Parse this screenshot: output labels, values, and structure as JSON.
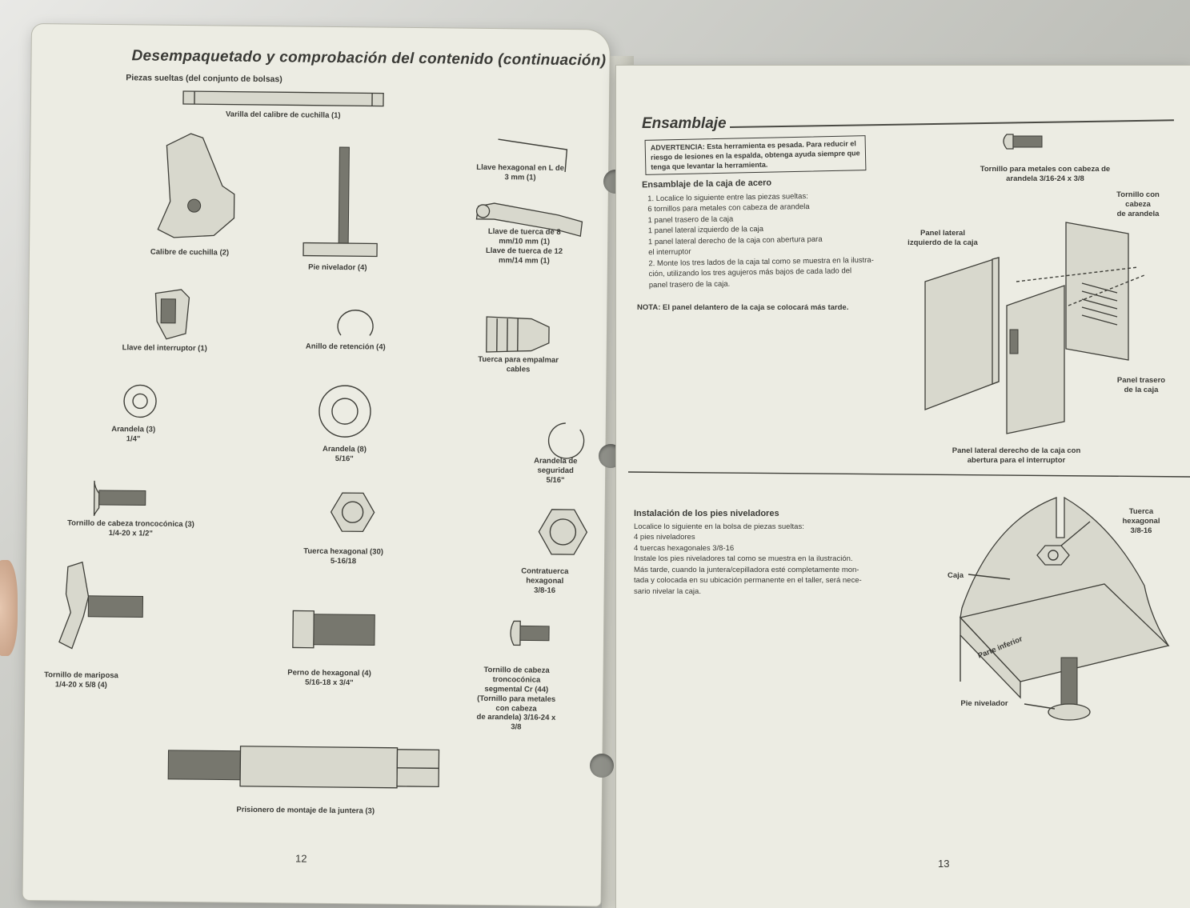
{
  "left_page": {
    "title": "Desempaquetado y comprobación del contenido (continuación)",
    "subtitle": "Piezas sueltas (del conjunto de bolsas)",
    "page_number": "12",
    "parts": [
      {
        "id": "varilla",
        "label": "Varilla del calibre de cuchilla (1)"
      },
      {
        "id": "calibre",
        "label": "Calibre de cuchilla (2)"
      },
      {
        "id": "pie",
        "label": "Pie nivelador (4)"
      },
      {
        "id": "llave-hex",
        "label": "Llave hexagonal en L de\n3 mm (1)"
      },
      {
        "id": "llave-tuerca",
        "label": "Llave de tuerca de 8 mm/10 mm (1)\nLlave de tuerca de 12 mm/14 mm (1)"
      },
      {
        "id": "llave-interruptor",
        "label": "Llave del interruptor (1)"
      },
      {
        "id": "anillo",
        "label": "Anillo de retención (4)"
      },
      {
        "id": "tuerca-empalmar",
        "label": "Tuerca para empalmar cables"
      },
      {
        "id": "arandela-14",
        "label": "Arandela (3)\n1/4\""
      },
      {
        "id": "arandela-516",
        "label": "Arandela (8)\n5/16\""
      },
      {
        "id": "arandela-seg",
        "label": "Arandela de seguridad\n5/16\""
      },
      {
        "id": "tornillo-tronco",
        "label": "Tornillo de cabeza troncocónica (3)\n1/4-20 x 1/2\""
      },
      {
        "id": "tuerca-hex",
        "label": "Tuerca hexagonal (30)\n5-16/18"
      },
      {
        "id": "contratuerca",
        "label": "Contratuerca hexagonal\n3/8-16"
      },
      {
        "id": "mariposa",
        "label": "Tornillo de mariposa\n1/4-20 x 5/8 (4)"
      },
      {
        "id": "perno",
        "label": "Perno de hexagonal (4)\n5/16-18 x 3/4\""
      },
      {
        "id": "tornillo-seg",
        "label": "Tornillo de cabeza troncocónica\nsegmental Cr (44)\n(Tornillo para metales con cabeza\nde arandela) 3/16-24 x 3/8"
      },
      {
        "id": "prisionero",
        "label": "Prisionero de montaje de la juntera (3)"
      }
    ]
  },
  "right_page": {
    "title": "Ensamblaje",
    "warning": "ADVERTENCIA: Esta herramienta es pesada. Para reducir el\nriesgo de lesiones en la espalda, obtenga ayuda siempre que\ntenga que levantar la herramienta.",
    "section1_heading": "Ensamblaje de la caja de acero",
    "section1_body": "1. Localice lo siguiente entre las piezas sueltas:\n    6   tornillos para metales con cabeza de arandela\n    1   panel trasero de la caja\n    1   panel lateral izquierdo de la caja\n    1   panel lateral derecho de la caja con abertura para\n         el interruptor\n2. Monte los tres lados de la caja tal como se muestra en la ilustra-\n    ción, utilizando los tres agujeros más bajos de cada lado del\n    panel trasero de la caja.",
    "note": "NOTA: El panel delantero de la caja se colocará más tarde.",
    "fig1_labels": {
      "screw": "Tornillo para metales con cabeza de\narandela 3/16-24 x 3/8",
      "screws_callout": "Tornillo con cabeza\nde arandela",
      "left_panel": "Panel lateral\nizquierdo de la caja",
      "back_panel": "Panel trasero\nde la caja",
      "right_panel": "Panel lateral derecho de la caja con\nabertura para el interruptor"
    },
    "section2_heading": "Instalación de los pies niveladores",
    "section2_body": "Localice lo siguiente en la bolsa de piezas sueltas:\n    4   pies niveladores\n    4   tuercas hexagonales 3/8-16\nInstale los pies niveladores tal como se muestra en la ilustración.\nMás tarde, cuando la juntera/cepilladora esté completamente mon-\ntada y colocada en su ubicación permanente en el taller, será nece-\nsario nivelar la caja.",
    "fig2_labels": {
      "nut": "Tuerca hexagonal\n3/8-16",
      "box": "Caja",
      "bottom": "Parte inferior",
      "foot": "Pie nivelador"
    },
    "page_number": "13"
  }
}
